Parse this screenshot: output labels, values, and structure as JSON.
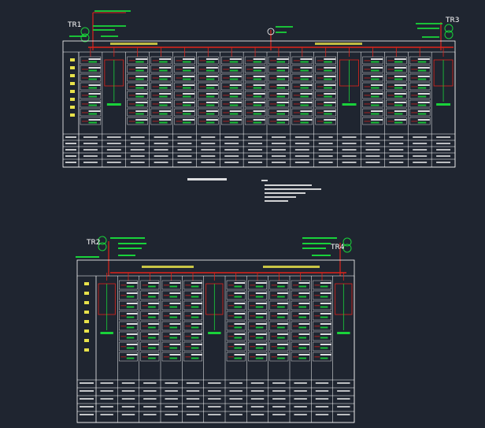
{
  "theme": {
    "background": "#1f2530",
    "panel_line": "#ffffff",
    "bus_red": "#e0241b",
    "device_green": "#19d23a",
    "label_yellow": "#e8e24a",
    "text_white": "#ffffff"
  },
  "top": {
    "tr_left": "TR1",
    "tr_right": "TR3",
    "row_headers": [
      "",
      "",
      "",
      "",
      ""
    ],
    "vertical_label": "",
    "panel_numbers": [
      "1",
      "2",
      "3",
      "4",
      "5",
      "6",
      "7",
      "8",
      "9",
      "10",
      "11",
      "12",
      "13",
      "14",
      "15",
      "16"
    ]
  },
  "bottom": {
    "tr_left": "TR2",
    "tr_right": "TR4",
    "row_headers": [
      "",
      "",
      "",
      "",
      ""
    ],
    "vertical_label": "",
    "panel_numbers": [
      "1",
      "2",
      "3",
      "4",
      "5",
      "6",
      "7",
      "8",
      "9",
      "10",
      "11",
      "12"
    ]
  },
  "notes": {
    "title": "",
    "lines": [
      "",
      "",
      "",
      "",
      "",
      ""
    ]
  }
}
